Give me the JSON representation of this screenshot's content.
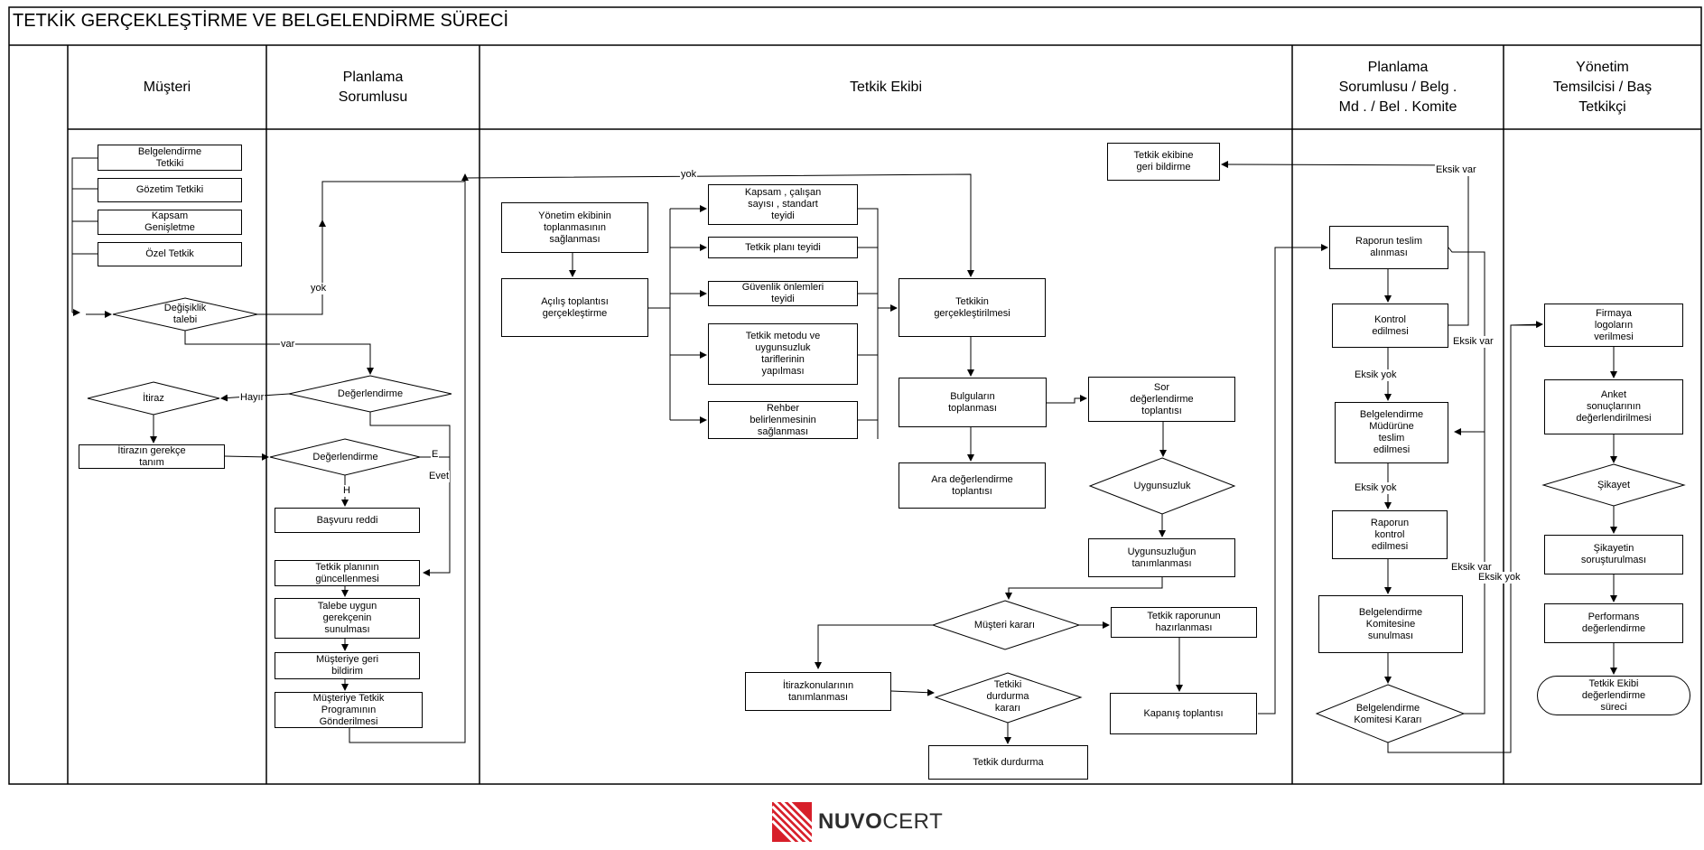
{
  "title": "TETKİK GERÇEKLEŞTİRME VE BELGELENDİRME SÜRECİ",
  "lanes": {
    "musteri": "Müşteri",
    "planlama": "Planlama\nSorumlusu",
    "tetkik": "Tetkik Ekibi",
    "belg": "Planlama\nSorumlusu      / Belg   .\nMd   .  /    Bel   . Komite",
    "yonetim": "Yönetim\nTemsilcisi      / Baş\nTetkikçi"
  },
  "nodes": {
    "belg_tetkiki": "Belgelendirme\nTetkiki",
    "gozetim": "Gözetim Tetkiki",
    "kapsam_gen": "Kapsam\nGenişletme",
    "ozel": "Özel Tetkik",
    "degisiklik": "Değişiklik\ntalebi",
    "itiraz": "İtiraz",
    "itiraz_gerekce": "İtirazın gerekçe\ntanım",
    "degerlendirme1": "Değerlendirme",
    "degerlendirme2": "Değerlendirme",
    "basvuru_reddi": "Başvuru reddi",
    "plan_guncelleme": "Tetkik planının\ngüncellenmesi",
    "talebe_uygun": "Talebe uygun\ngerekçenin\nsunulması",
    "musteriye_geri": "Müşteriye geri\nbildirim",
    "musteriye_tetkik": "Müşteriye Tetkik\nProgramının\nGönderilmesi",
    "yonetim_ekibi": "Yönetim ekibinin\ntoplanmasının\nsağlanması",
    "acilis": "Açılış toplantısı\ngerçekleştirme",
    "kapsam_teyit": "Kapsam     , çalışan\nsayısı     , standart\nteyidi",
    "plan_teyidi": "Tetkik planı teyidi",
    "guvenlik": "Güvenlik önlemleri\nteyidi",
    "metodu": "Tetkik metodu ve\nuygunsuzluk\ntariflerinin\nyapılması",
    "rehber": "Rehber\nbelirlenmesinin\nsağlanması",
    "gerceklestirilmesi": "Tetkikin\ngerçekleştirilmesi",
    "bulgular": "Bulguların\ntoplanması",
    "ara_deger": "Ara değerlendirme\ntoplantısı",
    "sor_deger": "Sor\ndeğerlendirme\ntoplantısı",
    "uygunsuzluk": "Uygunsuzluk",
    "uyg_tanim": "Uygunsuzluğun\ntanımlanması",
    "musteri_karari": "Müşteri kararı",
    "rapor_haz": "Tetkik raporunun\nhazırlanması",
    "itiraz_konu": "İtirazkonularının\ntanımlanması",
    "durdurma_karari": "Tetkiki\ndurdurma\nkararı",
    "kapanis": "Kapanış toplantısı",
    "durdurma": "Tetkik durdurma",
    "geri_bildirme": "Tetkik ekibine\ngeri bildirme",
    "rapor_teslim": "Raporun teslim\nalınması",
    "kontrol": "Kontrol\nedilmesi",
    "bm_teslim": "Belgelendirme\nMüdürüne\nteslim\nedilmesi",
    "rapor_kontrol": "Raporun\nkontrol\nedilmesi",
    "komite_sunul": "Belgelendirme\nKomitesine\nsunulması",
    "komite_karar": "Belgelendirme\nKomitesi Kararı",
    "logo_verilmesi": "Firmaya\nlogoların\nverilmesi",
    "anket": "Anket\nsonuçlarının\ndeğerlendirilmesi",
    "sikayet": "Şikayet",
    "sikayet_sorus": "Şikayetin\nsoruşturulması",
    "performans": "Performans\ndeğerlendirme",
    "ekip_deger": "Tetkik Ekibi\ndeğerlendirme\nsüreci"
  },
  "labels": {
    "yok_top": "yok",
    "yok": "yok",
    "var": "var",
    "hayir": "Hayır",
    "e": "E",
    "evet": "Evet",
    "h": "H",
    "eksik_var_1": "Eksik var",
    "eksik_var_2": "Eksik var",
    "eksik_yok_1": "Eksik yok",
    "eksik_yok_2": "Eksik yok",
    "eksik_var_3": "Eksik var",
    "eksik_yok_3": "Eksik yok"
  },
  "logo": {
    "brand_bold": "NUV",
    "brand_o": "O",
    "brand_light": "CERT",
    "color": "#d71f2a"
  }
}
